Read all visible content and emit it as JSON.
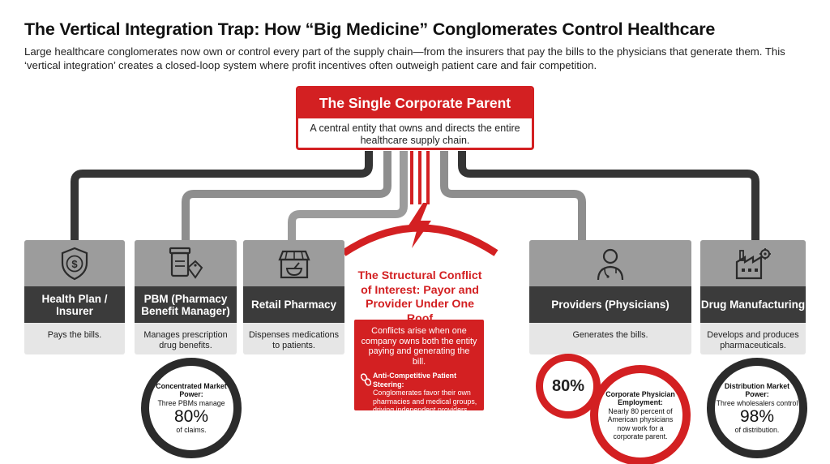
{
  "header": {
    "title": "The Vertical Integration Trap: How “Big Medicine” Conglomerates Control Healthcare",
    "subtitle": "Large healthcare conglomerates now own or control every part of the supply chain—from the insurers that pay the bills to the physicians that generate them. This ‘vertical integration’ creates a closed-loop system where profit incentives often outweigh patient care and fair competition."
  },
  "parent": {
    "title": "The Single Corporate Parent",
    "description": "A central entity that owns and directs the entire healthcare supply chain."
  },
  "conflict": {
    "title": "The Structural Conflict of Interest: Payor and Provider Under One Roof",
    "description": "Conflicts arise when one company owns both the entity paying and generating the bill.",
    "steering_label": "Anti-Competitive Patient Steering:",
    "steering_text": "Conglomerates favor their own pharmacies and medical groups, driving independent providers out."
  },
  "cards": {
    "insurer": {
      "icon": "shield-dollar-icon",
      "title": "Health Plan / Insurer",
      "description": "Pays the bills."
    },
    "pbm": {
      "icon": "pill-bottle-price-tag-icon",
      "title": "PBM (Pharmacy Benefit Manager)",
      "description": "Manages prescription drug benefits.",
      "stat_label": "Concentrated Market Power:",
      "stat_text": "Three PBMs manage",
      "stat_value": "80%",
      "stat_suffix": "of claims."
    },
    "pharmacy": {
      "icon": "storefront-mortar-pestle-icon",
      "title": "Retail Pharmacy",
      "description": "Dispenses medications to patients."
    },
    "providers": {
      "icon": "doctor-icon",
      "title": "Providers (Physicians)",
      "description": "Generates the bills.",
      "stat_value": "80%",
      "stat_label": "Corporate Physician Employment:",
      "stat_text": "Nearly 80 percent of American physicians now work for a corporate parent."
    },
    "manufacturing": {
      "icon": "factory-gear-icon",
      "title": "Drug Manufacturing",
      "description": "Develops and produces pharmaceuticals.",
      "stat_label": "Distribution Market Power:",
      "stat_text": "Three wholesalers control",
      "stat_value": "98%",
      "stat_suffix": "of distribution."
    }
  },
  "colors": {
    "accent_red": "#d32022",
    "dark_gray": "#3b3b3b",
    "mid_gray": "#9c9c9c",
    "light_gray": "#e6e6e6"
  }
}
